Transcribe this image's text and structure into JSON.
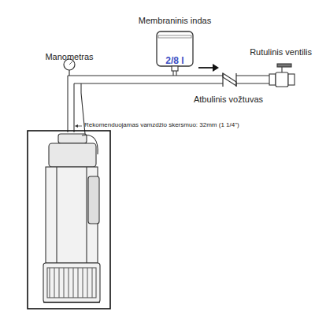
{
  "diagram": {
    "nodes": [
      {
        "text": [
          "Membraninis indas",
          "2/8 l"
        ]
      }
    ],
    "labels": [
      "Manometras",
      "Rutulinis ventilis",
      "Atbulinis vožtuvas",
      "Rekomenduojamas vamzdžio skersmuo: 32mm (1 1/4\")"
    ]
  }
}
